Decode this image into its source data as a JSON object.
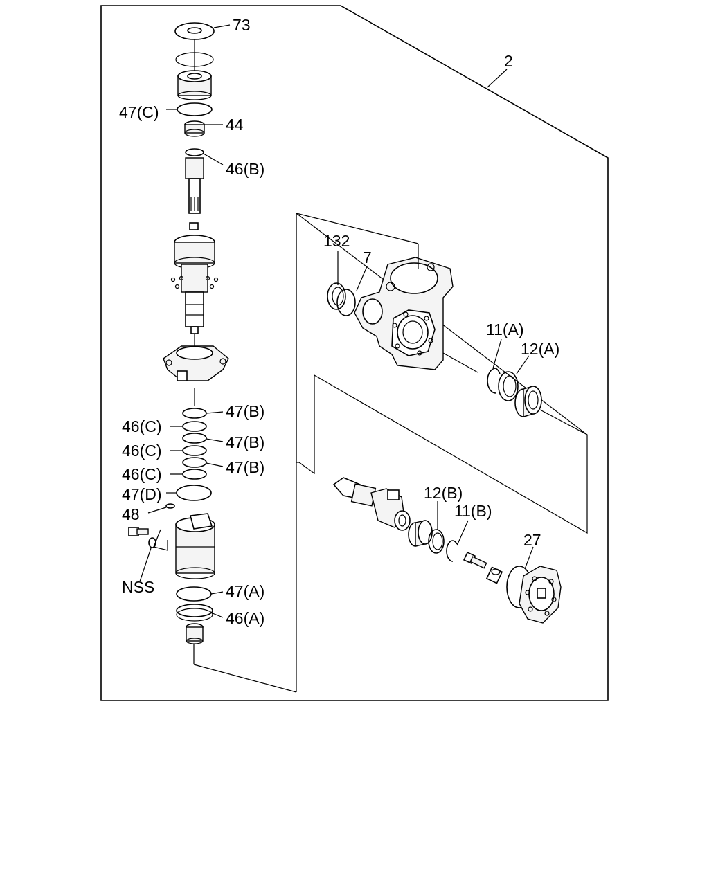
{
  "callouts": {
    "c73": "73",
    "c2": "2",
    "c47C": "47(C)",
    "c44": "44",
    "c46B": "46(B)",
    "c132": "132",
    "c7": "7",
    "c11A": "11(A)",
    "c12A": "12(A)",
    "c47B_1": "47(B)",
    "c46C_1": "46(C)",
    "c47B_2": "47(B)",
    "c46C_2": "46(C)",
    "c47B_3": "47(B)",
    "c46C_3": "46(C)",
    "c47D": "47(D)",
    "c48": "48",
    "cNSS": "NSS",
    "c12B": "12(B)",
    "c11B": "11(B)",
    "c27": "27",
    "c47A": "47(A)",
    "c46A": "46(A)"
  }
}
